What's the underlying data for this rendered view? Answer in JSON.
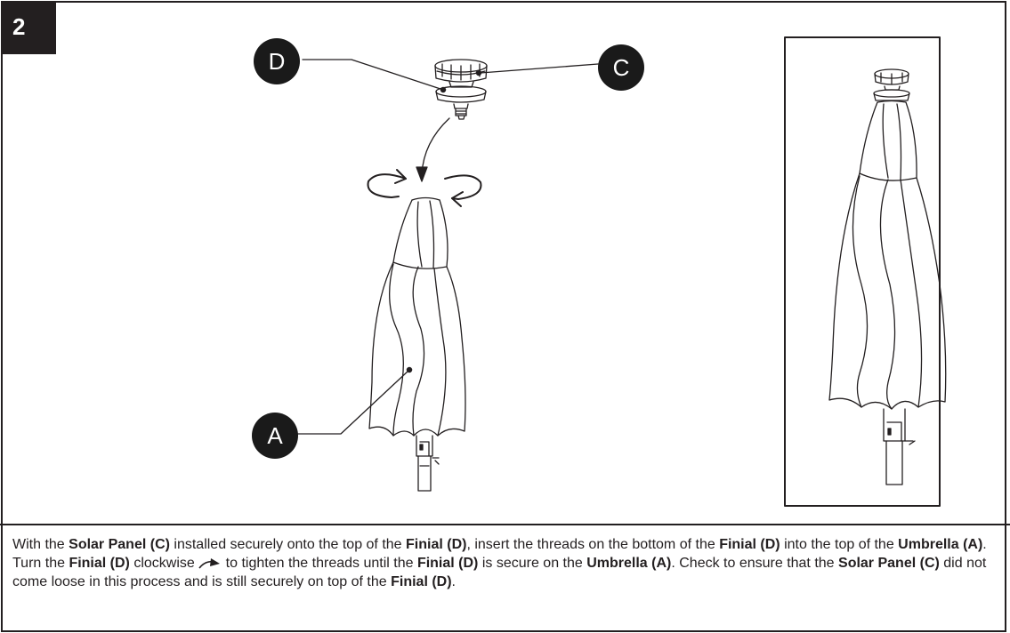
{
  "step": {
    "number": "2"
  },
  "callouts": {
    "D": "D",
    "C": "C",
    "A": "A"
  },
  "instructions": {
    "p1": "With the ",
    "b1": "Solar Panel (C)",
    "p2": " installed securely onto the top of the ",
    "b2": "Finial (D)",
    "p3": ", insert the threads on the bottom of the ",
    "b3": "Finial (D)",
    "p4": " into the top of the ",
    "b4": "Umbrella (A)",
    "p5": ". Turn the ",
    "b5": "Finial (D)",
    "p6": " clockwise ",
    "p7": " to tighten the threads until the ",
    "b6": "Finial (D)",
    "p8": " is secure on the ",
    "b7": "Umbrella (A)",
    "p9": ". Check to ensure that the ",
    "b8": "Solar Panel (C)",
    "p10": " did not come loose in this process and is still securely on top of the ",
    "b9": "Finial (D)",
    "p11": "."
  },
  "icons": {
    "tighten": "clockwise-arrow-icon",
    "rotate_left": "rotate-arrow-left-icon",
    "rotate_right": "rotate-arrow-right-icon",
    "down": "insert-arrow-down-icon"
  },
  "colors": {
    "ink": "#231f20",
    "badge_bg": "#1a1a1a",
    "paper": "#ffffff"
  }
}
